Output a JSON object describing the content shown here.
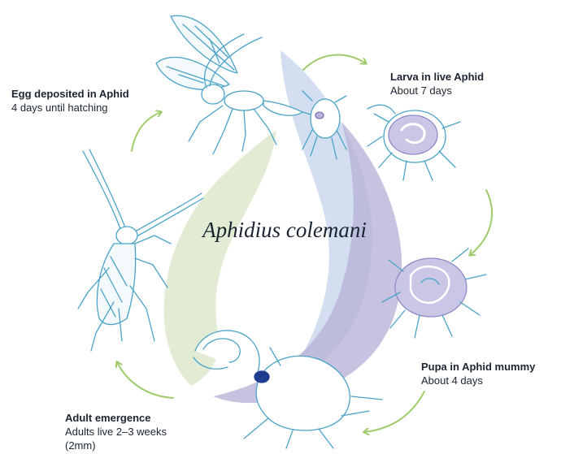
{
  "title": "Aphidius colemani",
  "stages": [
    {
      "heading": "Egg deposited in Aphid",
      "detail": "4 days until hatching"
    },
    {
      "heading": "Larva in live Aphid",
      "detail": "About 7 days"
    },
    {
      "heading": "Pupa in Aphid mummy",
      "detail": "About 4 days"
    },
    {
      "heading": "Adult emergence",
      "detail": "Adults live 2–3 weeks",
      "detail2": "(2mm)"
    }
  ],
  "colors": {
    "line": "#4aa3c8",
    "arrow": "#9fcb6d",
    "leaf_green": "#dfe9cf",
    "leaf_blue": "#cbd8ef",
    "leaf_purple": "#b9b3d8",
    "mummy_fill": "#c9c6e6",
    "mummy_dark": "#1f3d8f",
    "text": "#1b2531"
  },
  "icons": [
    "wasp-icon",
    "aphid-icon",
    "larva-aphid-icon",
    "mummy-icon",
    "emerging-wasp-icon",
    "adult-wasp-icon",
    "cycle-arrow-icon"
  ]
}
